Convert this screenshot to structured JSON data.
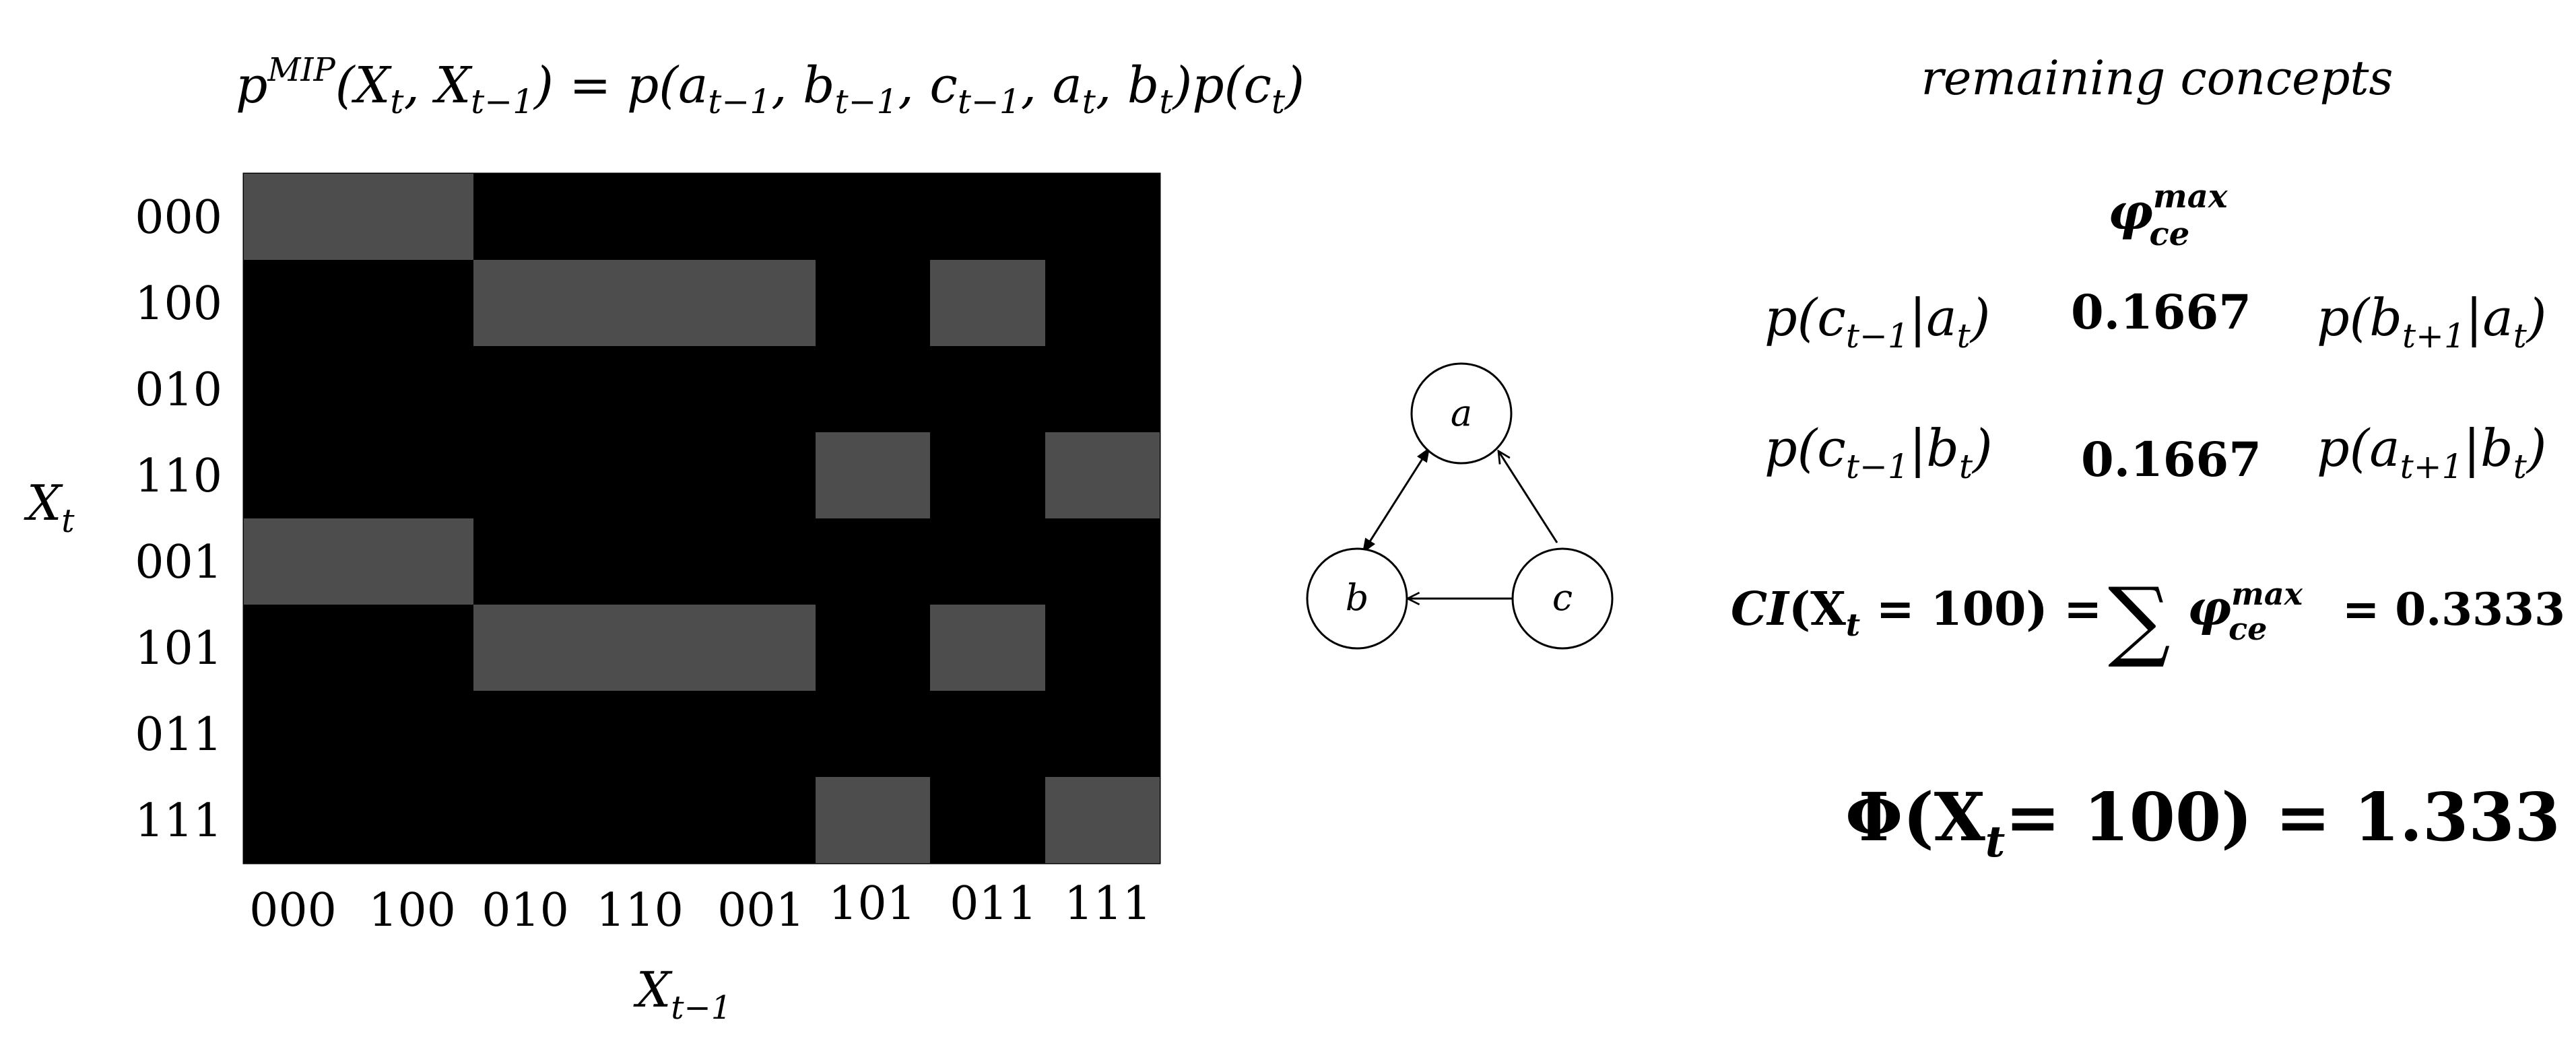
{
  "header_formula": {
    "p": "p",
    "mip_sup": "MIP",
    "rest_a": "(X",
    "t": "t",
    "comma": ", X",
    "tm1": "t−1",
    "eq": ") = p(a",
    "args": "t−1",
    "b": ", b",
    "c": ", c",
    "a2": ", a",
    "b2": ", b",
    "close": ")p(c",
    "end": ")"
  },
  "header_formula_text": "p^MIP(X_t, X_{t−1}) = p(a_{t−1}, b_{t−1}, c_{t−1}, a_t, b_t)p(c_t)",
  "matrix": {
    "row_labels": [
      "000",
      "100",
      "010",
      "110",
      "001",
      "101",
      "011",
      "111"
    ],
    "col_labels": [
      "000",
      "100",
      "010",
      "110",
      "001",
      "101",
      "011",
      "111"
    ],
    "y_axis_label": "X",
    "y_axis_sub": "t",
    "x_axis_label": "X",
    "x_axis_sub": "t−1",
    "cells": [
      [
        1,
        1,
        0,
        0,
        0,
        0,
        0,
        0
      ],
      [
        0,
        0,
        1,
        1,
        1,
        0,
        1,
        0
      ],
      [
        0,
        0,
        0,
        0,
        0,
        0,
        0,
        0
      ],
      [
        0,
        0,
        0,
        0,
        0,
        1,
        0,
        1
      ],
      [
        1,
        1,
        0,
        0,
        0,
        0,
        0,
        0
      ],
      [
        0,
        0,
        1,
        1,
        1,
        0,
        1,
        0
      ],
      [
        0,
        0,
        0,
        0,
        0,
        0,
        0,
        0
      ],
      [
        0,
        0,
        0,
        0,
        0,
        1,
        0,
        1
      ]
    ],
    "colors": {
      "background": "#000000",
      "highlight": "#4d4d4d",
      "border": "#000000"
    }
  },
  "network": {
    "nodes": [
      {
        "id": "a",
        "label": "a"
      },
      {
        "id": "b",
        "label": "b"
      },
      {
        "id": "c",
        "label": "c"
      }
    ],
    "edges": [
      {
        "from": "a",
        "to": "b",
        "bidirectional": true
      },
      {
        "from": "c",
        "to": "a",
        "bidirectional": false
      },
      {
        "from": "c",
        "to": "b",
        "bidirectional": false
      }
    ]
  },
  "panel": {
    "title": "remaining concepts",
    "phi_header": "φ",
    "phi_header_sup": "max",
    "phi_header_sub": "ce",
    "rows": [
      {
        "cause": "p(c",
        "cause_sub": "t−1",
        "cause_mid": "|a",
        "cause_sub2": "t",
        "cause_end": ")",
        "value": "0.1667",
        "effect": "p(b",
        "effect_sub": "t+1",
        "effect_mid": "|a",
        "effect_sub2": "t",
        "effect_end": ")"
      },
      {
        "cause": "p(c",
        "cause_sub": "t−1",
        "cause_mid": "|b",
        "cause_sub2": "t",
        "cause_end": ")",
        "value": "0.1667",
        "effect": "p(a",
        "effect_sub": "t+1",
        "effect_mid": "|b",
        "effect_sub2": "t",
        "effect_end": ")"
      }
    ],
    "ci_left": "CI",
    "ci_paren": "(X",
    "ci_sub": "t",
    "ci_state": " = 100) =",
    "ci_sum": "∑",
    "ci_phi": "φ",
    "ci_phi_sup": "max",
    "ci_phi_sub": "ce",
    "ci_value": "= 0.3333",
    "big_phi": "Φ(X",
    "big_phi_sub": "t",
    "big_phi_rest": "= 100) = 1.333"
  }
}
